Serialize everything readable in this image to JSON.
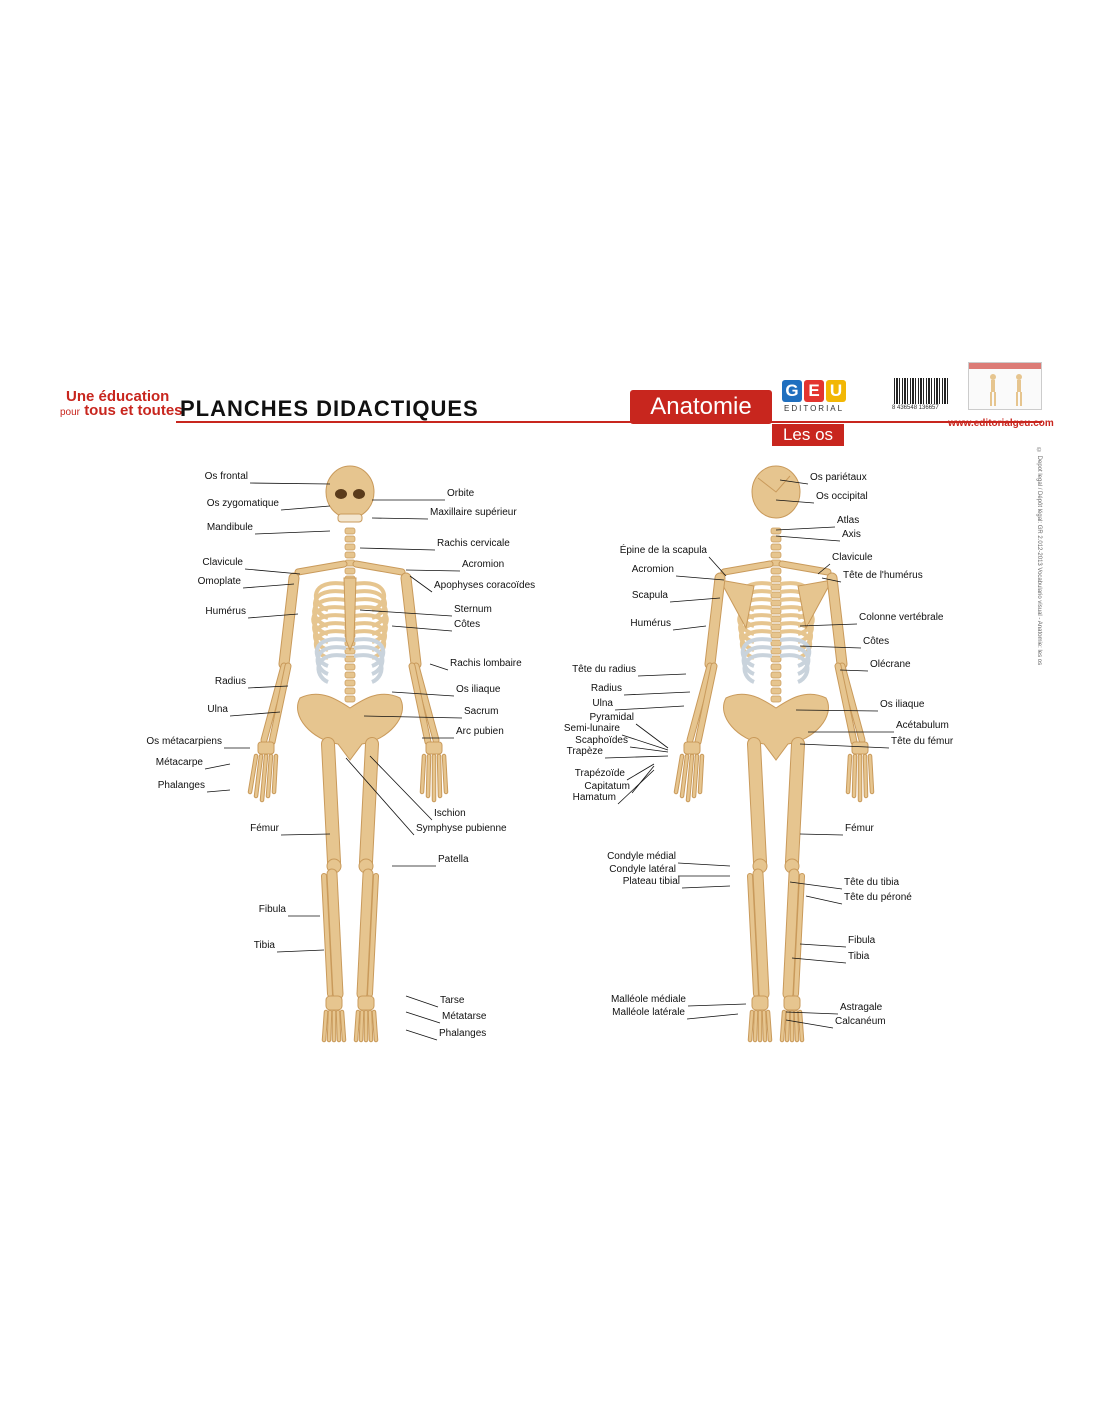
{
  "header": {
    "slogan_line1": "Une éducation",
    "slogan_pour": "pour",
    "slogan_line2": "tous et toutes",
    "title": "PLANCHES DIDACTIQUES",
    "subject": "Anatomie",
    "subtitle": "Les os",
    "publisher_letters": [
      "G",
      "E",
      "U"
    ],
    "publisher_sub": "EDITORIAL",
    "barcode_number": "8 436548 136657",
    "website": "www.editorialgeu.com",
    "side_text": "© Depot legal / Dépôt légal: GR 2.012-2013 Vocabulario visual - Anatomie: les os"
  },
  "colors": {
    "accent": "#c8261e",
    "bone": "#e6c58f",
    "bone_shade": "#c99a5b",
    "cartilage": "#c9d3dc"
  },
  "front_labels": [
    "Os frontal",
    "Os zygomatique",
    "Mandibule",
    "Clavicule",
    "Omoplate",
    "Humérus",
    "Radius",
    "Ulna",
    "Os métacarpiens",
    "Métacarpe",
    "Phalanges",
    "Fémur",
    "Fibula",
    "Tibia",
    "Orbite",
    "Maxillaire supérieur",
    "Rachis cervicale",
    "Acromion",
    "Apophyses coracoïdes",
    "Sternum",
    "Côtes",
    "Rachis lombaire",
    "Os iliaque",
    "Sacrum",
    "Arc pubien",
    "Ischion",
    "Symphyse pubienne",
    "Patella",
    "Tarse",
    "Métatarse",
    "Phalanges"
  ],
  "back_labels": [
    "Épine de la scapula",
    "Acromion",
    "Scapula",
    "Humérus",
    "Tête du radius",
    "Radius",
    "Ulna",
    "Pyramidal",
    "Semi-lunaire",
    "Scaphoïdes",
    "Trapèze",
    "Trapézoïde",
    "Capitatum",
    "Hamatum",
    "Condyle médial",
    "Condyle latéral",
    "Plateau tibial",
    "Malléole médiale",
    "Malléole latérale",
    "Os pariétaux",
    "Os occipital",
    "Atlas",
    "Axis",
    "Clavicule",
    "Tête de l'humérus",
    "Colonne vertébrale",
    "Côtes",
    "Olécrane",
    "Os iliaque",
    "Acétabulum",
    "Tête du fémur",
    "Fémur",
    "Tête du tibia",
    "Tête du péroné",
    "Fibula",
    "Tibia",
    "Astragale",
    "Calcanéum"
  ]
}
